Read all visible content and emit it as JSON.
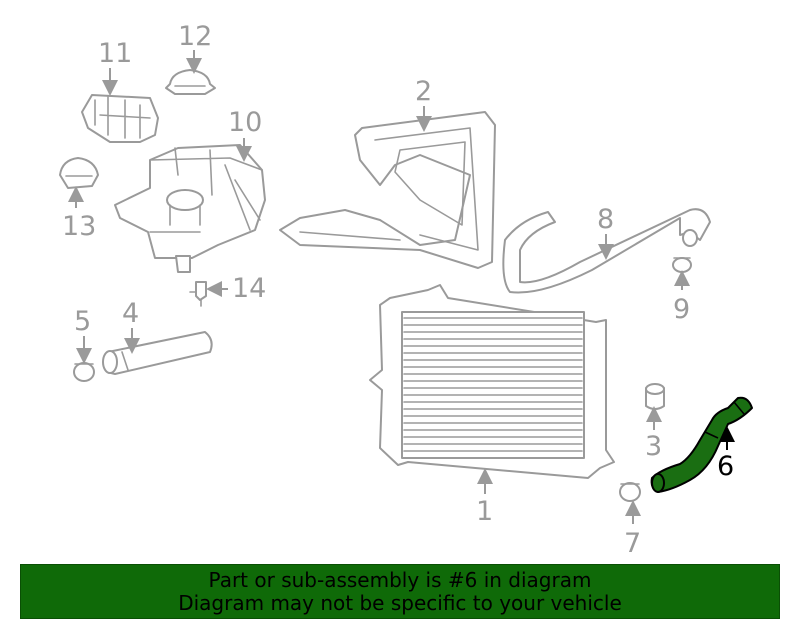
{
  "diagram": {
    "callouts": {
      "c1": "1",
      "c2": "2",
      "c3": "3",
      "c4": "4",
      "c5": "5",
      "c6": "6",
      "c7": "7",
      "c8": "8",
      "c9": "9",
      "c10": "10",
      "c11": "11",
      "c12": "12",
      "c13": "13",
      "c14": "14"
    },
    "highlighted_part": "6"
  },
  "banner": {
    "line1": "Part or sub-assembly is #6 in diagram",
    "line2": "Diagram may not be specific to your vehicle"
  },
  "colors": {
    "highlight": "#1a6e12",
    "banner_bg": "#0f6a08",
    "line_gray": "#9a9a9a"
  }
}
